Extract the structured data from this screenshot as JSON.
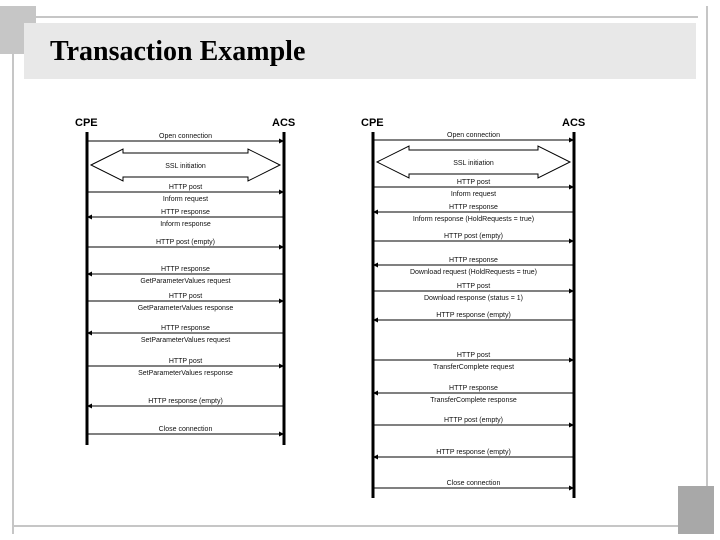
{
  "slide": {
    "title": "Transaction Example"
  },
  "colors": {
    "band": "#e8e8e8",
    "frame": "#c6c6c6",
    "lifeline": "#000000",
    "text": "#111111"
  },
  "diagrams": [
    {
      "name": "left",
      "left_actor": "CPE",
      "right_actor": "ACS",
      "steps": [
        {
          "kind": "arrow",
          "dir": "right",
          "labels": [
            "Open connection"
          ]
        },
        {
          "kind": "band",
          "labels": [
            "SSL initiation"
          ]
        },
        {
          "kind": "arrow",
          "dir": "right",
          "labels": [
            "HTTP post",
            "Inform request"
          ]
        },
        {
          "kind": "arrow",
          "dir": "left",
          "labels": [
            "HTTP response",
            "Inform response"
          ]
        },
        {
          "kind": "arrow",
          "dir": "right",
          "labels": [
            "HTTP post (empty)"
          ]
        },
        {
          "kind": "arrow",
          "dir": "left",
          "labels": [
            "HTTP response",
            "GetParameterValues request"
          ]
        },
        {
          "kind": "arrow",
          "dir": "right",
          "labels": [
            "HTTP post",
            "GetParameterValues response"
          ]
        },
        {
          "kind": "arrow",
          "dir": "left",
          "labels": [
            "HTTP response",
            "SetParameterValues request"
          ]
        },
        {
          "kind": "arrow",
          "dir": "right",
          "labels": [
            "HTTP post",
            "SetParameterValues response"
          ]
        },
        {
          "kind": "arrow",
          "dir": "left",
          "labels": [
            "HTTP response (empty)"
          ]
        },
        {
          "kind": "arrow",
          "dir": "right",
          "labels": [
            "Close connection"
          ]
        }
      ]
    },
    {
      "name": "right",
      "left_actor": "CPE",
      "right_actor": "ACS",
      "steps": [
        {
          "kind": "arrow",
          "dir": "right",
          "labels": [
            "Open connection"
          ]
        },
        {
          "kind": "band",
          "labels": [
            "SSL initiation"
          ]
        },
        {
          "kind": "arrow",
          "dir": "right",
          "labels": [
            "HTTP post",
            "Inform request"
          ]
        },
        {
          "kind": "arrow",
          "dir": "left",
          "labels": [
            "HTTP response",
            "Inform response (HoldRequests = true)"
          ]
        },
        {
          "kind": "arrow",
          "dir": "right",
          "labels": [
            "HTTP post (empty)"
          ]
        },
        {
          "kind": "arrow",
          "dir": "left",
          "labels": [
            "HTTP response",
            "Download request (HoldRequests = true)"
          ]
        },
        {
          "kind": "arrow",
          "dir": "right",
          "labels": [
            "HTTP post",
            "Download response (status = 1)"
          ]
        },
        {
          "kind": "arrow",
          "dir": "left",
          "labels": [
            "HTTP response (empty)"
          ]
        },
        {
          "kind": "arrow",
          "dir": "right",
          "labels": [
            "HTTP post",
            "TransferComplete request"
          ]
        },
        {
          "kind": "arrow",
          "dir": "left",
          "labels": [
            "HTTP response",
            "TransferComplete response"
          ]
        },
        {
          "kind": "arrow",
          "dir": "right",
          "labels": [
            "HTTP post (empty)"
          ]
        },
        {
          "kind": "arrow",
          "dir": "left",
          "labels": [
            "HTTP response (empty)"
          ]
        },
        {
          "kind": "arrow",
          "dir": "right",
          "labels": [
            "Close connection"
          ]
        }
      ]
    }
  ]
}
